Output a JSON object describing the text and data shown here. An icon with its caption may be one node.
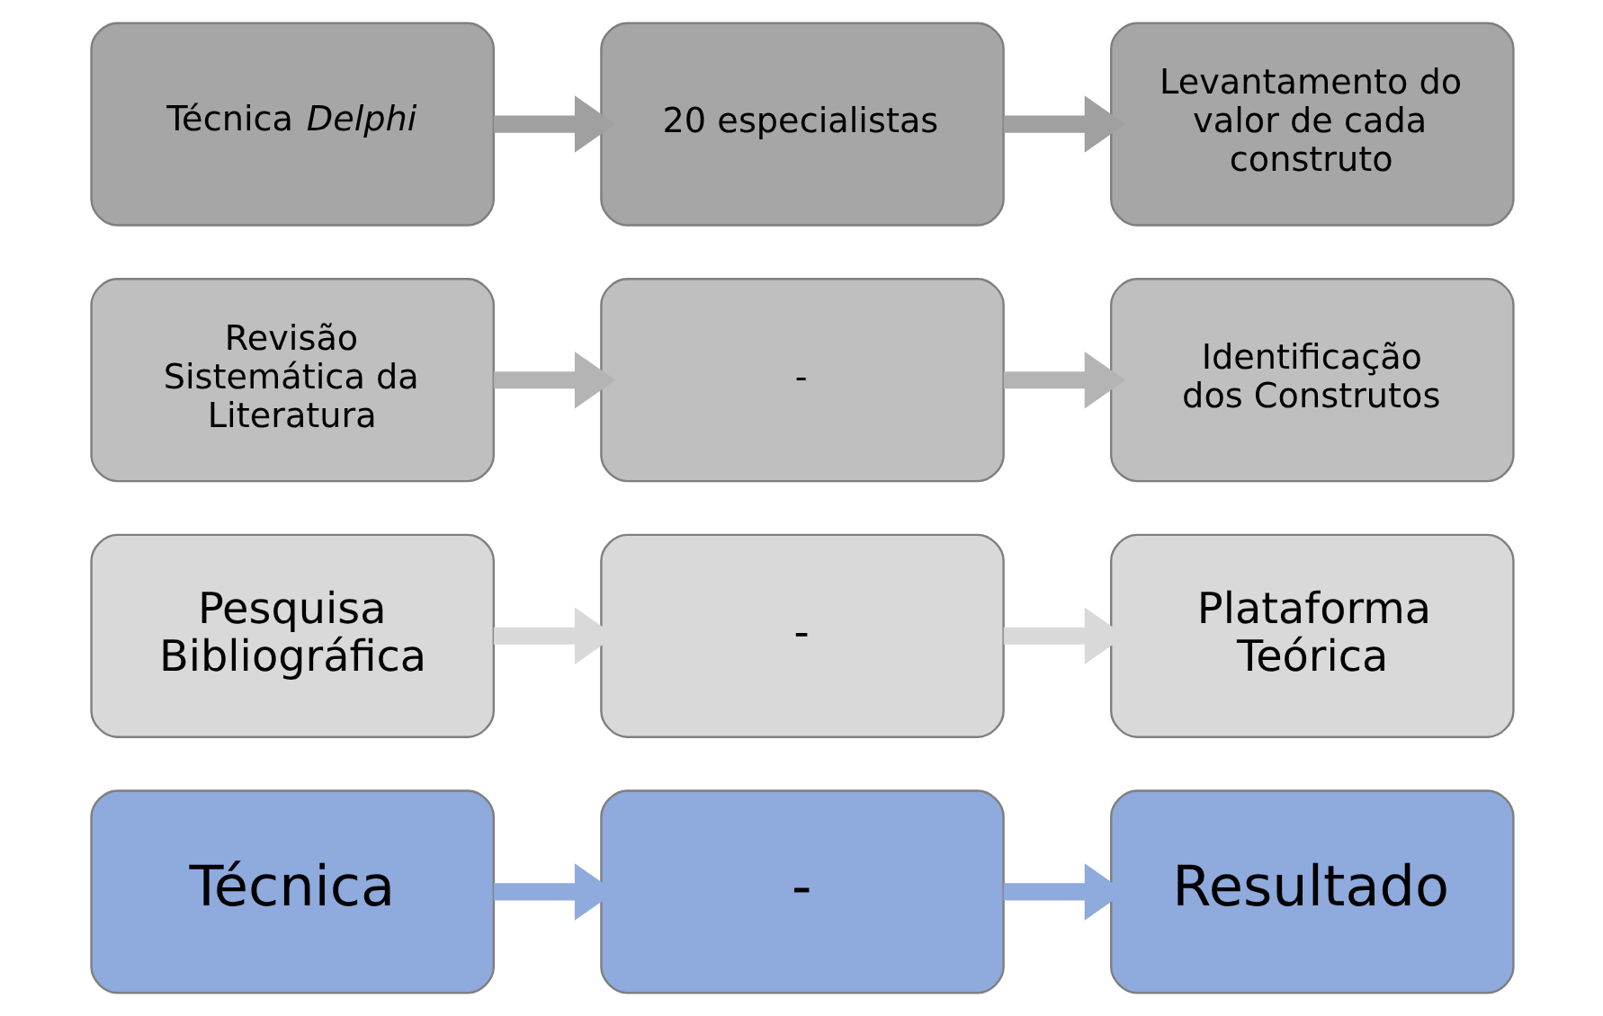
{
  "diagram": {
    "nodes": [
      {
        "text": [
          "Técnica"
        ]
      },
      {
        "text": [
          "-"
        ]
      },
      {
        "text": [
          "Resultado"
        ]
      },
      {
        "text": [
          "Pesquisa Bibliográfica"
        ]
      },
      {
        "text": [
          "-"
        ]
      },
      {
        "text": [
          "Plataforma Teórica"
        ]
      },
      {
        "text": [
          "Revisão Sistemática da Literatura"
        ]
      },
      {
        "text": [
          "-"
        ]
      },
      {
        "text": [
          "Identificação dos Construtos"
        ]
      },
      {
        "text": [
          "Técnica *Delphi*"
        ]
      },
      {
        "text": [
          "20 especialistas"
        ]
      },
      {
        "text": [
          "Levantamento do valor de cada construto"
        ]
      }
    ],
    "edges": [
      {
        "from": 0,
        "to": 1,
        "arrow": "to",
        "color": "#8faadc"
      },
      {
        "from": 1,
        "to": 2,
        "arrow": "to",
        "color": "#8faadc"
      },
      {
        "from": 3,
        "to": 4,
        "arrow": "to",
        "color": "#d9d9d9"
      },
      {
        "from": 4,
        "to": 5,
        "arrow": "to",
        "color": "#d9d9d9"
      },
      {
        "from": 6,
        "to": 7,
        "arrow": "to",
        "color": "#b4b4b4"
      },
      {
        "from": 7,
        "to": 8,
        "arrow": "to",
        "color": "#b4b4b4"
      },
      {
        "from": 9,
        "to": 10,
        "arrow": "to",
        "color": "#a0a0a0"
      },
      {
        "from": 10,
        "to": 11,
        "arrow": "to",
        "color": "#a0a0a0"
      }
    ]
  }
}
